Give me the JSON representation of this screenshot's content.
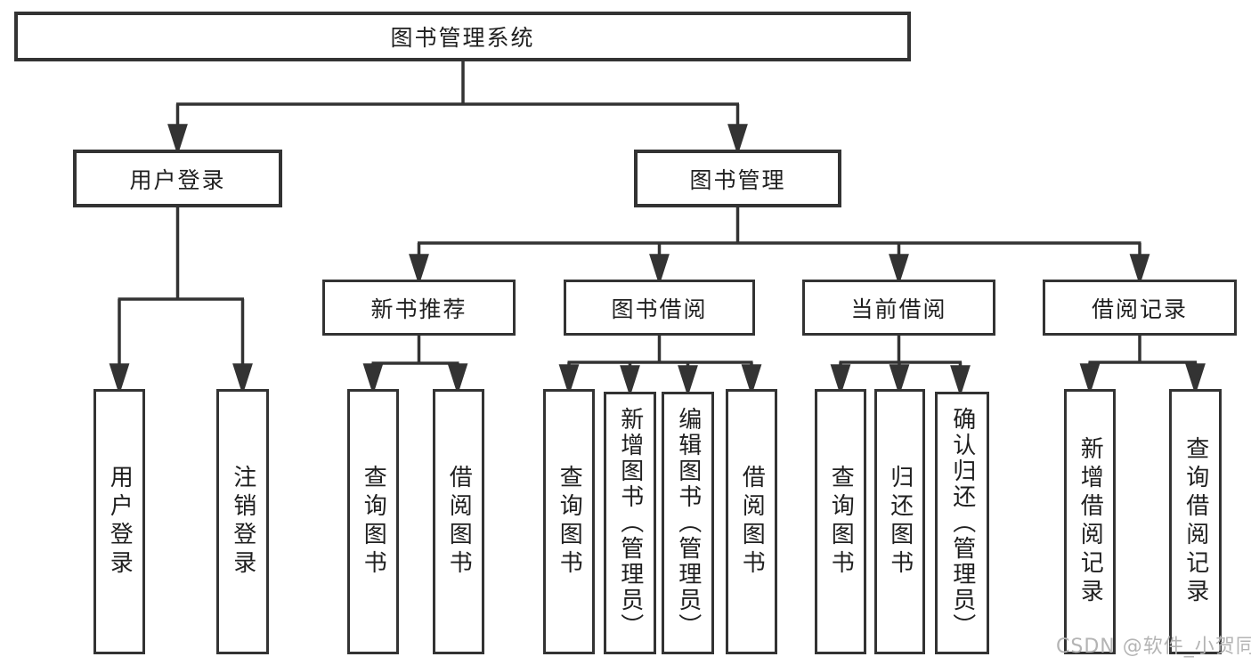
{
  "tree": {
    "label": "图书管理系统",
    "children": [
      {
        "label": "用户登录",
        "children": [
          {
            "label": "用户登录"
          },
          {
            "label": "注销登录"
          }
        ]
      },
      {
        "label": "图书管理",
        "children": [
          {
            "label": "新书推荐",
            "children": [
              {
                "label": "查询图书"
              },
              {
                "label": "借阅图书"
              }
            ]
          },
          {
            "label": "图书借阅",
            "children": [
              {
                "label": "查询图书"
              },
              {
                "label": "新增图书（管理员）"
              },
              {
                "label": "编辑图书（管理员）"
              },
              {
                "label": "借阅图书"
              }
            ]
          },
          {
            "label": "当前借阅",
            "children": [
              {
                "label": "查询图书"
              },
              {
                "label": "归还图书"
              },
              {
                "label": "确认归还（管理员）"
              }
            ]
          },
          {
            "label": "借阅记录",
            "children": [
              {
                "label": "新增借阅记录"
              },
              {
                "label": "查询借阅记录"
              }
            ]
          }
        ]
      }
    ]
  },
  "watermark": {
    "text": "CSDN @软件_小贺同学"
  },
  "colors": {
    "line": "#333333",
    "box_border": "#333333",
    "text": "#1f1f1f",
    "watermark": "#b4b4b4",
    "background": "#ffffff"
  }
}
